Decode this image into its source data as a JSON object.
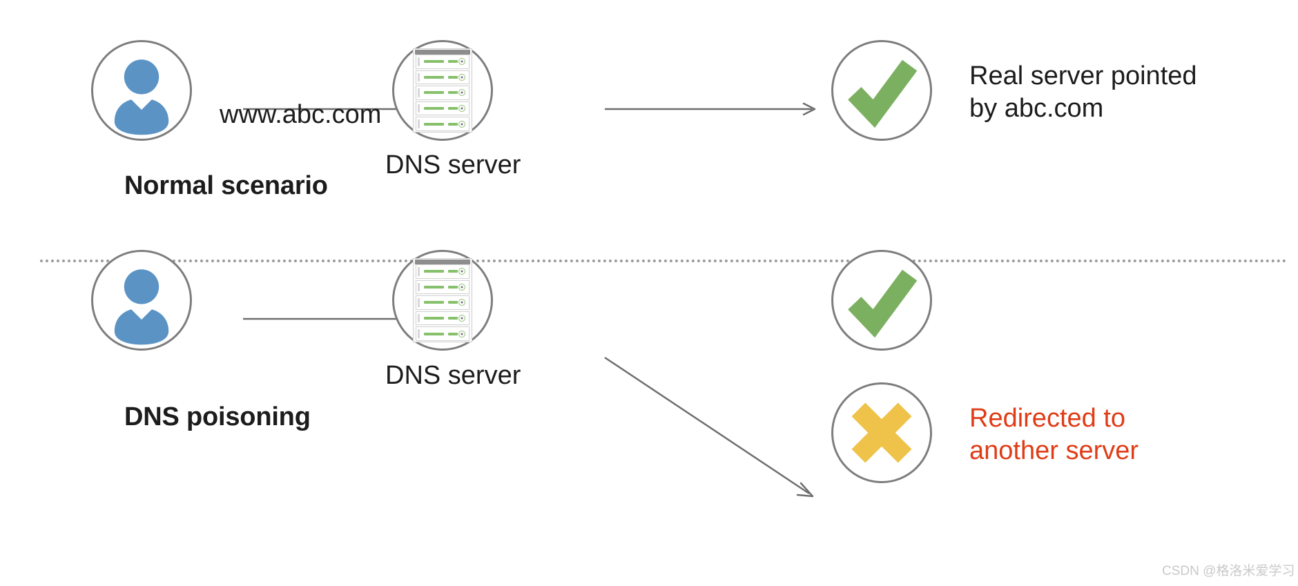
{
  "diagram": {
    "title": "DNS poisoning concept diagram",
    "colors": {
      "person": "#5b93c5",
      "check": "#7cb061",
      "cross": "#efc349",
      "circle_stroke": "#7d7d7d",
      "arrow": "#6e6e6e",
      "text": "#1c1c1c",
      "alert_text": "#e03c16",
      "divider": "#9b9b9b",
      "server_led": "#86c06a"
    },
    "sections": [
      {
        "id": "normal",
        "caption": "Normal scenario",
        "nodes": [
          {
            "id": "user",
            "icon": "person-icon",
            "label": ""
          },
          {
            "id": "dns",
            "icon": "server-rack-icon",
            "label": "DNS server"
          },
          {
            "id": "result",
            "icon": "check-icon",
            "label": ""
          }
        ],
        "edges": [
          {
            "from": "user",
            "to": "dns",
            "label": "www.abc.com"
          },
          {
            "from": "dns",
            "to": "result",
            "label": ""
          }
        ],
        "annotations": [
          {
            "id": "real-server",
            "text_line1": "Real server pointed",
            "text_line2": "by abc.com",
            "tone": "neutral"
          }
        ]
      },
      {
        "id": "poisoning",
        "caption": "DNS poisoning",
        "nodes": [
          {
            "id": "user2",
            "icon": "person-icon",
            "label": ""
          },
          {
            "id": "dns2",
            "icon": "server-rack-icon",
            "label": "DNS server"
          },
          {
            "id": "good-result",
            "icon": "check-icon",
            "label": ""
          },
          {
            "id": "bad-result",
            "icon": "cross-icon",
            "label": ""
          }
        ],
        "edges": [
          {
            "from": "user2",
            "to": "dns2",
            "label": ""
          },
          {
            "from": "dns2",
            "to": "bad-result",
            "label": ""
          }
        ],
        "annotations": [
          {
            "id": "redirected",
            "text_line1": "Redirected to",
            "text_line2": "another server",
            "tone": "alert"
          }
        ]
      }
    ]
  },
  "watermark": {
    "text": "CSDN @格洛米爱学习"
  }
}
